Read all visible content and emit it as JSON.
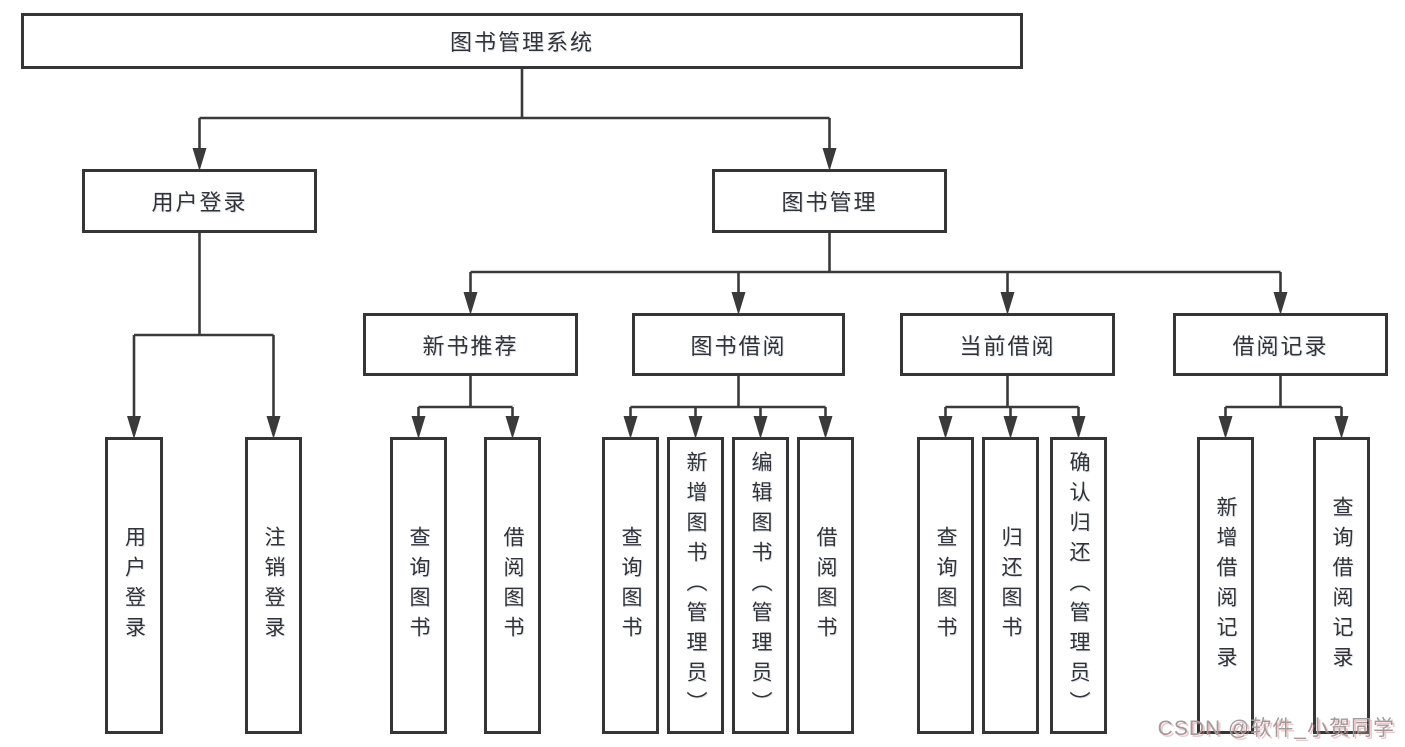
{
  "diagram": {
    "title": "图书管理系统",
    "watermark": "CSDN @软件_小贺同学",
    "colors": {
      "line": "#3a3a3a",
      "box_border": "#353535",
      "text": "#333333",
      "background": "#ffffff",
      "watermark_text": "#9d9d9f",
      "watermark_shadow": "#eb8282"
    },
    "tree": {
      "id": "root",
      "label": "图书管理系统",
      "children": [
        {
          "id": "user-login",
          "label": "用户登录",
          "children": [
            {
              "id": "leaf-user-login",
              "label": "用户登录"
            },
            {
              "id": "leaf-logout",
              "label": "注销登录"
            }
          ]
        },
        {
          "id": "book-mgmt",
          "label": "图书管理",
          "children": [
            {
              "id": "new-book-rec",
              "label": "新书推荐",
              "children": [
                {
                  "id": "nbr-query",
                  "label": "查询图书"
                },
                {
                  "id": "nbr-borrow",
                  "label": "借阅图书"
                }
              ]
            },
            {
              "id": "book-borrow",
              "label": "图书借阅",
              "children": [
                {
                  "id": "bb-query",
                  "label": "查询图书"
                },
                {
                  "id": "bb-add",
                  "label": "新增图书（管理员）"
                },
                {
                  "id": "bb-edit",
                  "label": "编辑图书（管理员）"
                },
                {
                  "id": "bb-borrow",
                  "label": "借阅图书"
                }
              ]
            },
            {
              "id": "current-borrow",
              "label": "当前借阅",
              "children": [
                {
                  "id": "cb-query",
                  "label": "查询图书"
                },
                {
                  "id": "cb-return",
                  "label": "归还图书"
                },
                {
                  "id": "cb-confirm",
                  "label": "确认归还（管理员）"
                }
              ]
            },
            {
              "id": "borrow-records",
              "label": "借阅记录",
              "children": [
                {
                  "id": "br-add",
                  "label": "新增借阅记录"
                },
                {
                  "id": "br-query",
                  "label": "查询借阅记录"
                }
              ]
            }
          ]
        }
      ]
    }
  }
}
